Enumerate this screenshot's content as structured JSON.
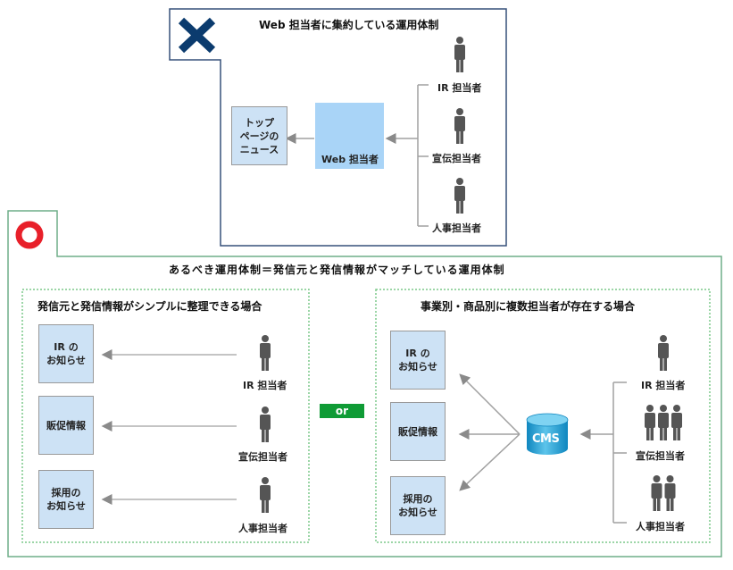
{
  "colors": {
    "bad_frame": "#36507a",
    "bad_mark": "#0b3b6e",
    "good_frame": "#6fae88",
    "good_mark": "#e8202a",
    "dotted": "#7cc98a",
    "box_fill": "#cde2f5",
    "web_fill": "#a9d4f7",
    "person": "#555555",
    "arrow": "#9a9a9a",
    "or_badge": "#0f9b35"
  },
  "bad_panel": {
    "mark_icon": "cross-mark-icon",
    "title": "Web 担当者に集約している運用体制",
    "output_box": "トップ\nページの\nニュース",
    "hub_label": "Web 担当者",
    "staff": [
      "IR 担当者",
      "宣伝担当者",
      "人事担当者"
    ]
  },
  "good_panel": {
    "mark_icon": "circle-mark-icon",
    "title": "あるべき運用体制＝発信元と発信情報がマッチしている運用体制",
    "or_label": "or",
    "left_case": {
      "title": "発信元と発信情報がシンプルに整理できる場合",
      "rows": [
        {
          "box": "IR の\nお知らせ",
          "person": "IR 担当者"
        },
        {
          "box": "販促情報",
          "person": "宣伝担当者"
        },
        {
          "box": "採用の\nお知らせ",
          "person": "人事担当者"
        }
      ]
    },
    "right_case": {
      "title": "事業別・商品別に複数担当者が存在する場合",
      "boxes": [
        "IR の\nお知らせ",
        "販促情報",
        "採用の\nお知らせ"
      ],
      "cms_label": "CMS",
      "groups": [
        {
          "label": "IR 担当者",
          "count": 1
        },
        {
          "label": "宣伝担当者",
          "count": 3
        },
        {
          "label": "人事担当者",
          "count": 2
        }
      ]
    }
  }
}
